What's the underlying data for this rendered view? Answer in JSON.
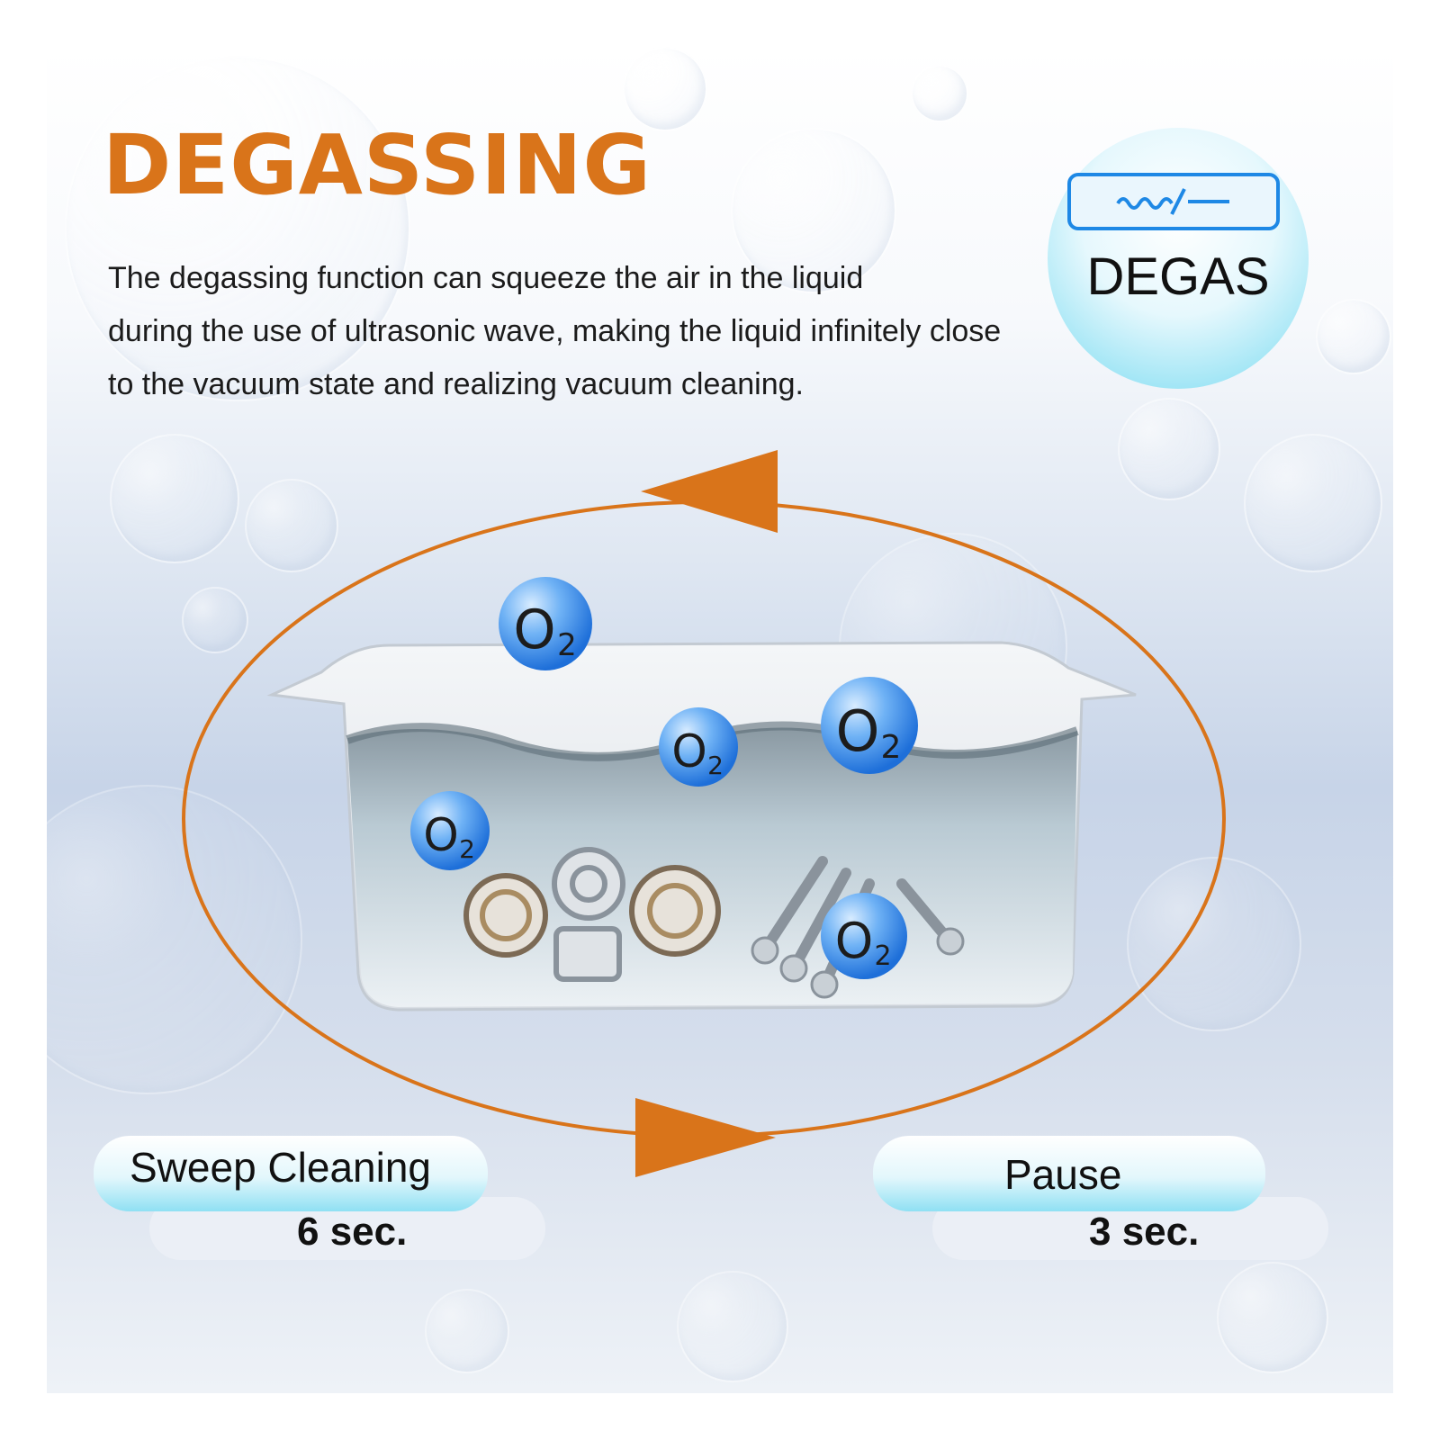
{
  "title": "DEGASSING",
  "description": [
    "The degassing function can squeeze the air in the liquid",
    "during the use of ultrasonic wave, making the liquid infinitely close",
    "to the vacuum state and realizing vacuum cleaning."
  ],
  "badge": {
    "label": "DEGAS",
    "icon": "wave-to-line-icon"
  },
  "molecule_label": "O",
  "molecule_subscript": "2",
  "steps": [
    {
      "label": "Sweep Cleaning",
      "duration": "6 sec."
    },
    {
      "label": "Pause",
      "duration": "3 sec."
    }
  ],
  "colors": {
    "accent": "#d9741a",
    "badge_border": "#1e88e5",
    "molecule": "#1e6fd9",
    "pill": "#8fe0f3"
  }
}
